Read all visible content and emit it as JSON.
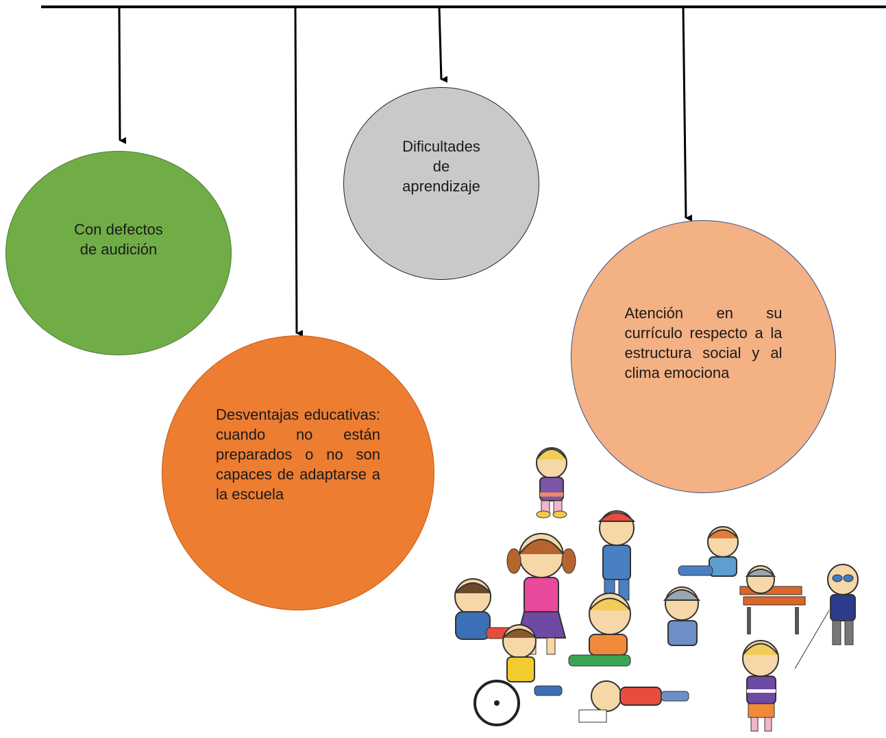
{
  "diagram": {
    "nodes": {
      "hearing": {
        "lines": [
          "Con defectos",
          "de audición"
        ],
        "color": "#70ad47"
      },
      "learning": {
        "lines": [
          "Dificultades",
          "de",
          "aprendizaje"
        ],
        "color": "#c9c9c9"
      },
      "disadvantage": {
        "text": "Desventajas educativas: cuando no están preparados o no son capaces de adaptarse a la escuela",
        "color": "#ed7d31"
      },
      "attention": {
        "text": "Atención en su currículo respecto a la estructura social y al clima emociona",
        "color": "#f4b183"
      }
    },
    "illustration": {
      "icon": "children-group-illustration"
    }
  }
}
